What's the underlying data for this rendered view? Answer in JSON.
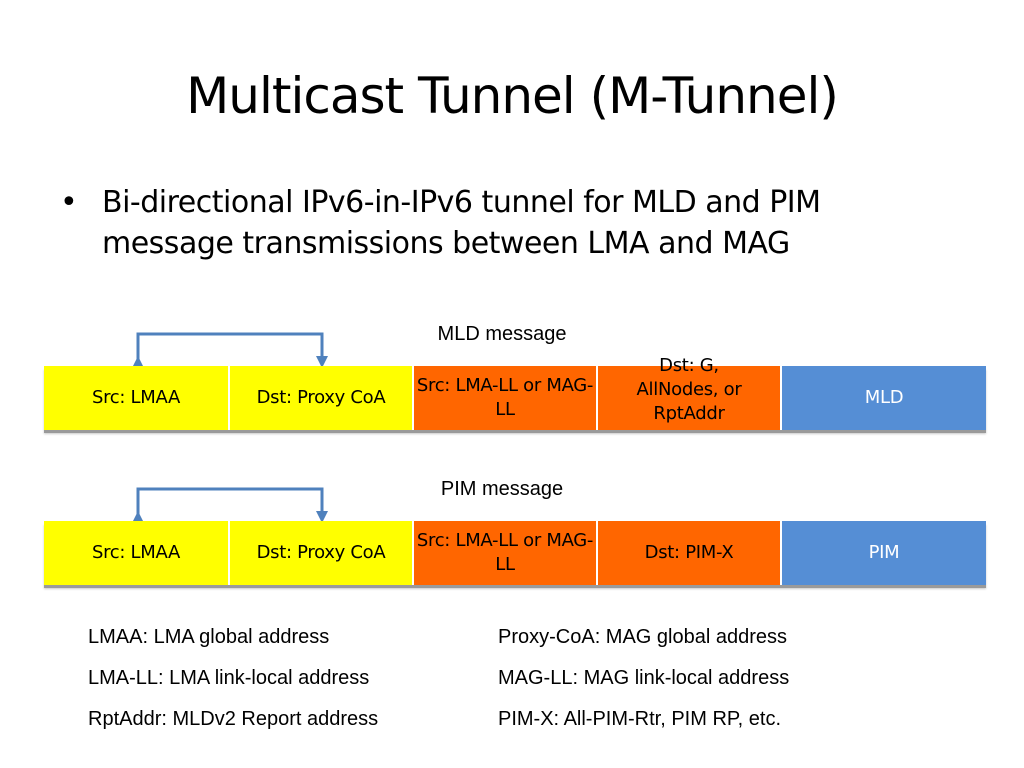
{
  "slide": {
    "title": "Multicast Tunnel (M-Tunnel)",
    "bullet_symbol": "•",
    "bullet_text": "Bi-directional IPv6-in-IPv6 tunnel for MLD and PIM message transmissions between LMA and MAG"
  },
  "diagrams": [
    {
      "label": "MLD message",
      "fields": [
        {
          "text": "Src: LMAA",
          "color": "#ffff00"
        },
        {
          "text": "Dst: Proxy CoA",
          "color": "#ffff00"
        },
        {
          "text": "Src: LMA-LL or MAG-LL",
          "color": "#ff6600"
        },
        {
          "text": "Dst: G, AllNodes, or RptAddr",
          "color": "#ff6600"
        },
        {
          "text": "MLD",
          "color": "#558ed5"
        }
      ]
    },
    {
      "label": "PIM message",
      "fields": [
        {
          "text": "Src: LMAA",
          "color": "#ffff00"
        },
        {
          "text": "Dst: Proxy CoA",
          "color": "#ffff00"
        },
        {
          "text": "Src: LMA-LL or MAG-LL",
          "color": "#ff6600"
        },
        {
          "text": "Dst: PIM-X",
          "color": "#ff6600"
        },
        {
          "text": "PIM",
          "color": "#558ed5"
        }
      ]
    }
  ],
  "legend": {
    "left": [
      "LMAA:  LMA global address",
      "LMA-LL: LMA link-local address",
      "RptAddr: MLDv2 Report address"
    ],
    "right": [
      "Proxy-CoA:  MAG global address",
      "MAG-LL:  MAG link-local address",
      "PIM-X:  All-PIM-Rtr, PIM RP, etc."
    ]
  },
  "colors": {
    "arrow": "#4f81bd",
    "yellow_field": "#ffff00",
    "orange_field": "#ff6600",
    "blue_field": "#558ed5"
  }
}
